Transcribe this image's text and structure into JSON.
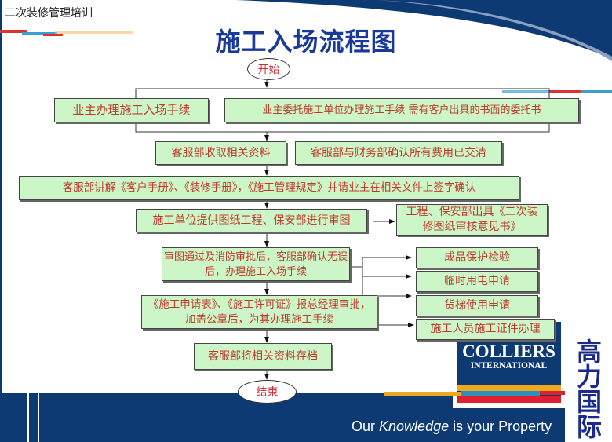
{
  "header": {
    "course_title": "二次装修管理培训",
    "slide_title": "施工入场流程图"
  },
  "flow": {
    "start": "开始",
    "end": "结束",
    "owner_self": "业主办理施工入场手续",
    "owner_delegate": "业主委托施工单位办理施工手续  需有客户出具的书面的委托书",
    "collect_docs": "客服部收取相关资料",
    "confirm_fees": "客服部与财务部确认所有费用已交清",
    "explain_manuals": "客服部讲解《客户手册》、《装修手册》，《施工管理规定》并请业主在相关文件上签字确认",
    "drawing_review": "施工单位提供图纸工程、保安部进行审图",
    "review_opinion": "工程、保安部出具《二次装修图纸审核意见书》",
    "approval_entry": "审图通过及消防审批后，客服部确认无误后，办理施工入场手续",
    "protection_check": "成品保护检验",
    "temp_power": "临时用电申请",
    "elevator_use": "货梯使用申请",
    "worker_permit": "施工人员施工证件办理",
    "permit_approval": "《施工申请表》、《施工许可证》报总经理审批，加盖公章后，为其办理施工手续",
    "archive": "客服部将相关资料存档"
  },
  "branding": {
    "logo_line1": "COLLIERS",
    "logo_line2": "INTERNATIONAL",
    "chinese_name": "高力国际",
    "tagline_our": "Our",
    "tagline_knowledge": "Knowledge",
    "tagline_rest": "is your Property"
  },
  "colors": {
    "navy": "#0d3a73",
    "box_fill": "#ccf5c8",
    "box_text": "#c0392b",
    "title": "#1a3a9a"
  }
}
